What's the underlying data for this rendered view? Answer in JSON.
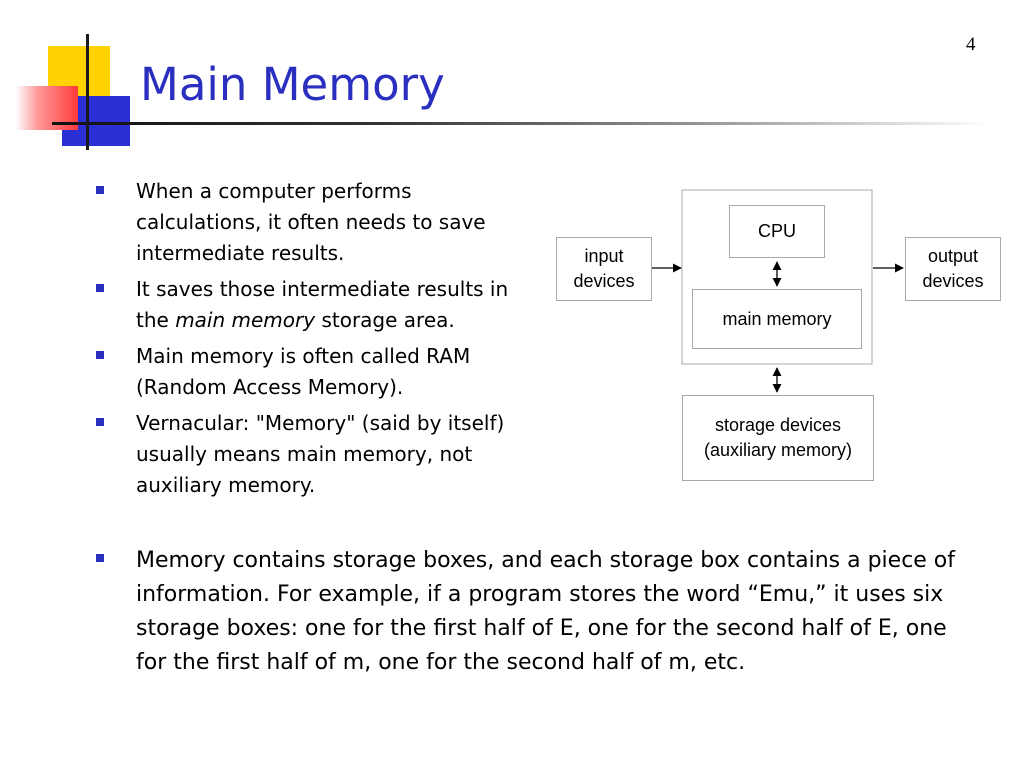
{
  "slide": {
    "title": "Main Memory",
    "page_number": "4"
  },
  "bullets": [
    {
      "text": "When a computer performs calculations, it often needs to save intermediate results."
    },
    {
      "before": "It saves those intermediate results in the ",
      "emphasis": "main memory",
      "after": " storage area."
    },
    {
      "text": "Main memory is often called RAM (Random Access Memory)."
    },
    {
      "text": "Vernacular: \"Memory\" (said by itself) usually means main memory, not auxiliary memory."
    }
  ],
  "large_bullet": {
    "text": "Memory contains storage boxes, and each storage box contains a piece of information. For example, if a program stores the word “Emu,” it uses six storage boxes: one for the first half of E, one for the second half of E, one for the first half of m, one for the second half of m, etc."
  },
  "diagram": {
    "input": {
      "line1": "input",
      "line2": "devices"
    },
    "cpu": "CPU",
    "main_memory": "main memory",
    "output": {
      "line1": "output",
      "line2": "devices"
    },
    "storage": {
      "line1": "storage devices",
      "line2": "(auxiliary memory)"
    }
  },
  "colors": {
    "title": "#2b2fbf",
    "bullet": "#2b2fbf",
    "logo_yellow": "#ffd200",
    "logo_blue": "#2b2fd6",
    "logo_red": "#ff3a3a",
    "box_border": "#a8a8a8"
  }
}
